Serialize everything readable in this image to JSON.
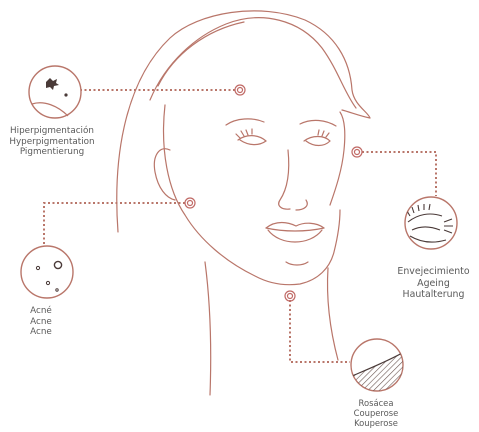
{
  "diagram": {
    "accent_color": "#b9766a",
    "line_color": "#c08a80",
    "labels": {
      "hyperpigmentation": [
        "Hiperpigmentación",
        "Hyperpigmentation",
        "Pigmentierung"
      ],
      "acne": [
        "Acné",
        "Acne",
        "Acne"
      ],
      "ageing": [
        "Envejecimiento",
        "Ageing",
        "Hautalterung"
      ],
      "rosacea": [
        "Rosácea",
        "Couperose",
        "Kouperose"
      ]
    },
    "icons": {
      "hyperpigmentation": "skin-spots-icon",
      "acne": "acne-pores-icon",
      "ageing": "eye-wrinkles-icon",
      "rosacea": "hatched-skin-icon"
    }
  }
}
